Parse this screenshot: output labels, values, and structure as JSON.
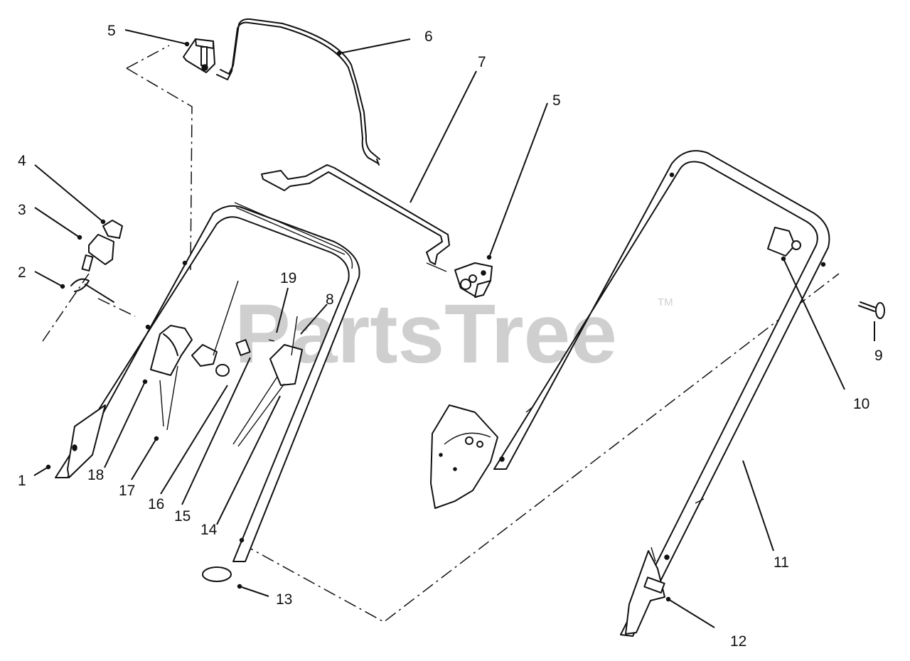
{
  "watermark": {
    "text": "PartsTree",
    "trademark": "TM"
  },
  "callouts": [
    {
      "id": "1",
      "text": "1"
    },
    {
      "id": "2",
      "text": "2"
    },
    {
      "id": "3",
      "text": "3"
    },
    {
      "id": "4",
      "text": "4"
    },
    {
      "id": "5a",
      "text": "5"
    },
    {
      "id": "5b",
      "text": "5"
    },
    {
      "id": "6",
      "text": "6"
    },
    {
      "id": "7",
      "text": "7"
    },
    {
      "id": "8",
      "text": "8"
    },
    {
      "id": "9",
      "text": "9"
    },
    {
      "id": "10",
      "text": "10"
    },
    {
      "id": "11",
      "text": "11"
    },
    {
      "id": "12",
      "text": "12"
    },
    {
      "id": "13",
      "text": "13"
    },
    {
      "id": "14",
      "text": "14"
    },
    {
      "id": "15",
      "text": "15"
    },
    {
      "id": "16",
      "text": "16"
    },
    {
      "id": "17",
      "text": "17"
    },
    {
      "id": "18",
      "text": "18"
    },
    {
      "id": "19",
      "text": "19"
    }
  ]
}
